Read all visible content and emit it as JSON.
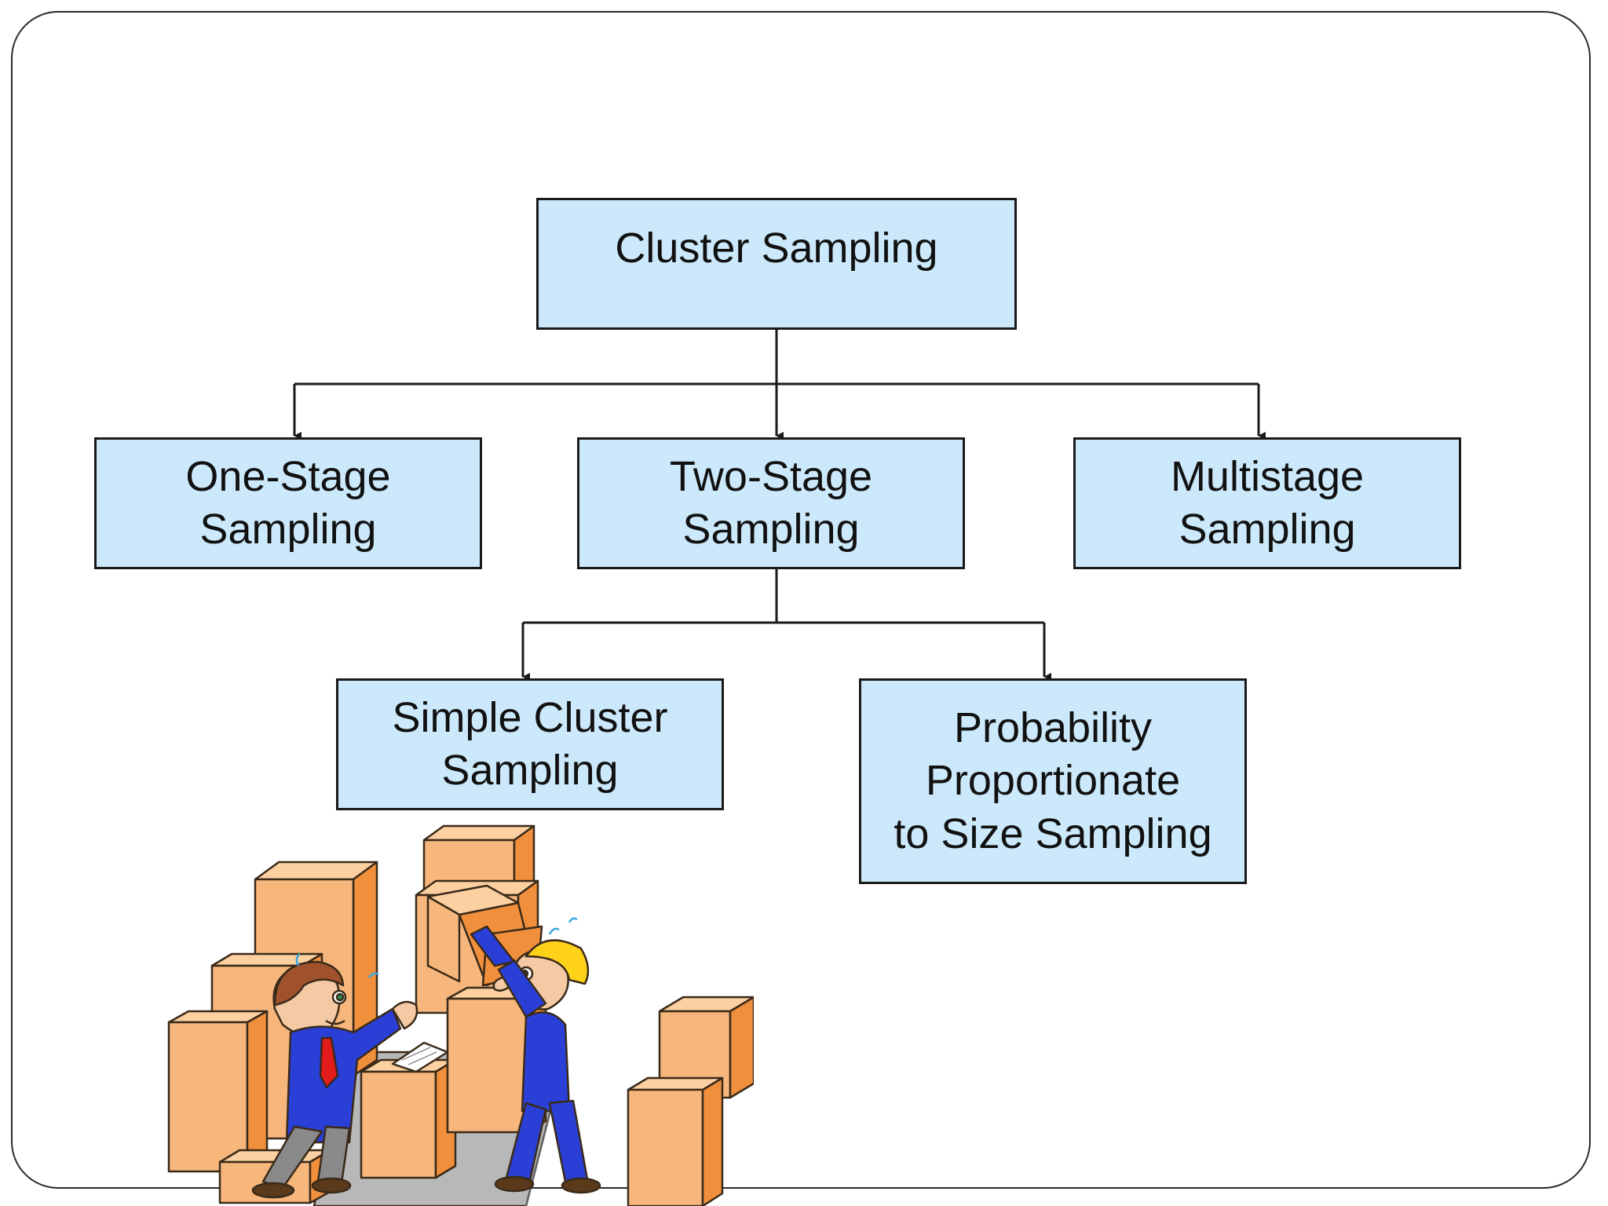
{
  "diagram": {
    "root": {
      "label": "Cluster Sampling"
    },
    "level1": [
      {
        "id": "one-stage",
        "label": "One-Stage\nSampling"
      },
      {
        "id": "two-stage",
        "label": "Two-Stage\nSampling"
      },
      {
        "id": "multistage",
        "label": "Multistage\nSampling"
      }
    ],
    "level2": [
      {
        "id": "simple-cluster",
        "label": "Simple Cluster\nSampling"
      },
      {
        "id": "pps",
        "label": "Probability\nProportionate\nto Size Sampling"
      }
    ]
  },
  "colors": {
    "box_fill": "#cce9fb",
    "box_border": "#1a1a1a",
    "connector": "#1a1a1a",
    "box_orange": "#f7b77c",
    "box_orange_dark": "#f08f3c",
    "suit_blue": "#2a3fd6",
    "hard_hat": "#ffd21a",
    "tie_red": "#e21b1b"
  },
  "illustration": {
    "icon": "workers-stacking-boxes-clipart"
  }
}
